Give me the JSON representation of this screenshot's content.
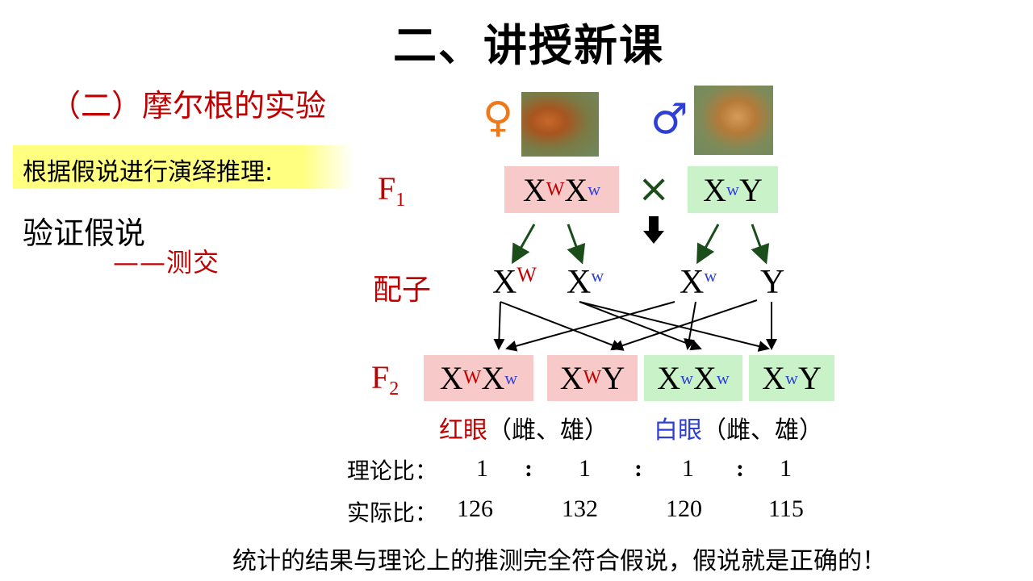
{
  "title": "二、讲授新课",
  "subtitle": "（二）摩尔根的实验",
  "highlight_text": "根据假说进行演绎推理:",
  "verify": "验证假说",
  "cross_test": "——测交",
  "female_symbol": "♀",
  "male_symbol": "♂",
  "cross_symbol": "×",
  "arrow_down": "⬇",
  "colors": {
    "red": "#c00000",
    "blue": "#2e3fd6",
    "pink_box": "#f8c9c9",
    "green_box": "#c9f2c9",
    "arrow_green": "#1a4d1a"
  },
  "f1": {
    "label": "F",
    "sub": "1",
    "female": {
      "a": "X",
      "a_sup": "W",
      "b": "X",
      "b_sup": "w"
    },
    "male": {
      "a": "X",
      "a_sup": "w",
      "b": "Y"
    }
  },
  "gametes": {
    "label": "配子",
    "items": [
      {
        "base": "X",
        "sup": "W"
      },
      {
        "base": "X",
        "sup": "w"
      },
      {
        "base": "X",
        "sup": "w"
      },
      {
        "base": "Y",
        "sup": ""
      }
    ]
  },
  "f2": {
    "label": "F",
    "sub": "2",
    "items": [
      {
        "a": "X",
        "a_sup": "W",
        "b": "X",
        "b_sup": "w"
      },
      {
        "a": "X",
        "a_sup": "W",
        "b": "Y",
        "b_sup": ""
      },
      {
        "a": "X",
        "a_sup": "w",
        "b": "X",
        "b_sup": "w"
      },
      {
        "a": "X",
        "a_sup": "w",
        "b": "Y",
        "b_sup": ""
      }
    ]
  },
  "phenotypes": {
    "red_eye": "红眼",
    "red_sex": "（雌、雄）",
    "white_eye": "白眼",
    "white_sex": "（雌、雄）"
  },
  "theory": {
    "label": "理论比：",
    "values": [
      "1",
      "1",
      "1",
      "1"
    ],
    "sep": ":"
  },
  "actual": {
    "label": "实际比：",
    "values": [
      "126",
      "132",
      "120",
      "115"
    ]
  },
  "conclusion": "统计的结果与理论上的推测完全符合假说，假说就是正确的！"
}
